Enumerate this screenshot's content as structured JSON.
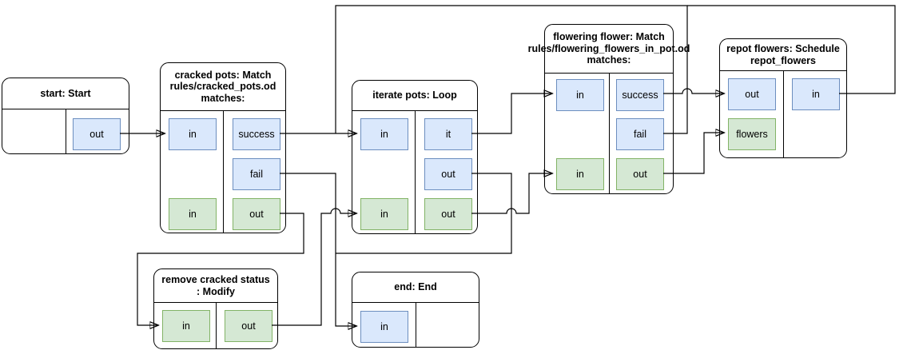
{
  "diagram": {
    "colors": {
      "node_border": "#000000",
      "edge": "#000000",
      "port_blue_fill": "#dae8fc",
      "port_blue_border": "#6c8ebf",
      "port_green_fill": "#d5e8d4",
      "port_green_border": "#82b366"
    },
    "nodes": {
      "start": {
        "title": "start: Start",
        "title_lines": [
          "start: Start"
        ],
        "ports": {
          "out": "out"
        }
      },
      "cracked_pots": {
        "title": "cracked pots: Match rules/cracked_pots.od matches:",
        "title_lines": [
          "cracked pots: Match",
          "rules/cracked_pots.od",
          "matches:"
        ],
        "ports": {
          "in_blue": "in",
          "in_green": "in",
          "success": "success",
          "fail": "fail",
          "out": "out"
        }
      },
      "iterate_pots": {
        "title": "iterate pots: Loop",
        "title_lines": [
          "iterate pots: Loop"
        ],
        "ports": {
          "in_blue": "in",
          "in_green": "in",
          "it": "it",
          "out_blue": "out",
          "out_green": "out"
        }
      },
      "flowering_flower": {
        "title": "flowering flower: Match rules/flowering_flowers_in_pot.od matches:",
        "title_lines": [
          "flowering flower: Match",
          "rules/flowering_flowers_in_pot.od",
          "matches:"
        ],
        "ports": {
          "in_blue": "in",
          "in_green": "in",
          "success": "success",
          "fail": "fail",
          "out": "out"
        }
      },
      "repot_flowers": {
        "title": "repot flowers: Schedule repot_flowers",
        "title_lines": [
          "repot flowers: Schedule",
          "repot_flowers"
        ],
        "ports": {
          "out": "out",
          "flowers": "flowers",
          "in": "in"
        }
      },
      "remove_cracked_status": {
        "title": "remove cracked status : Modify",
        "title_lines": [
          "remove cracked status",
          ": Modify"
        ],
        "ports": {
          "in": "in",
          "out": "out"
        }
      },
      "end": {
        "title": "end: End",
        "title_lines": [
          "end: End"
        ],
        "ports": {
          "in": "in"
        }
      }
    },
    "edges": [
      {
        "id": "start-out__cracked-in",
        "from": "start.out",
        "to": "cracked pots.in"
      },
      {
        "id": "cracked-success__iterate-in",
        "from": "cracked pots.success",
        "to": "iterate pots.in"
      },
      {
        "id": "cracked-fail__end-in",
        "from": "cracked pots.fail",
        "to": "end.in"
      },
      {
        "id": "cracked-out__remove-in",
        "from": "cracked pots.out",
        "to": "remove cracked status.in"
      },
      {
        "id": "remove-out__iterate-in-green",
        "from": "remove cracked status.out",
        "to": "iterate pots.in"
      },
      {
        "id": "iterate-it__flowering-in",
        "from": "iterate pots.it",
        "to": "flowering flower.in"
      },
      {
        "id": "iterate-out__end-in",
        "from": "iterate pots.out",
        "to": "end.in"
      },
      {
        "id": "iterate-out-green__flowering-in-green",
        "from": "iterate pots.out",
        "to": "flowering flower.in"
      },
      {
        "id": "flowering-success__repot-out",
        "from": "flowering flower.success",
        "to": "repot flowers.out"
      },
      {
        "id": "flowering-fail__iterate-in",
        "from": "flowering flower.fail",
        "to": "iterate pots.in"
      },
      {
        "id": "flowering-out__repot-flowers",
        "from": "flowering flower.out",
        "to": "repot flowers.flowers"
      },
      {
        "id": "repot-in__iterate-in",
        "from": "repot flowers.in",
        "to": "iterate pots.in"
      }
    ]
  }
}
